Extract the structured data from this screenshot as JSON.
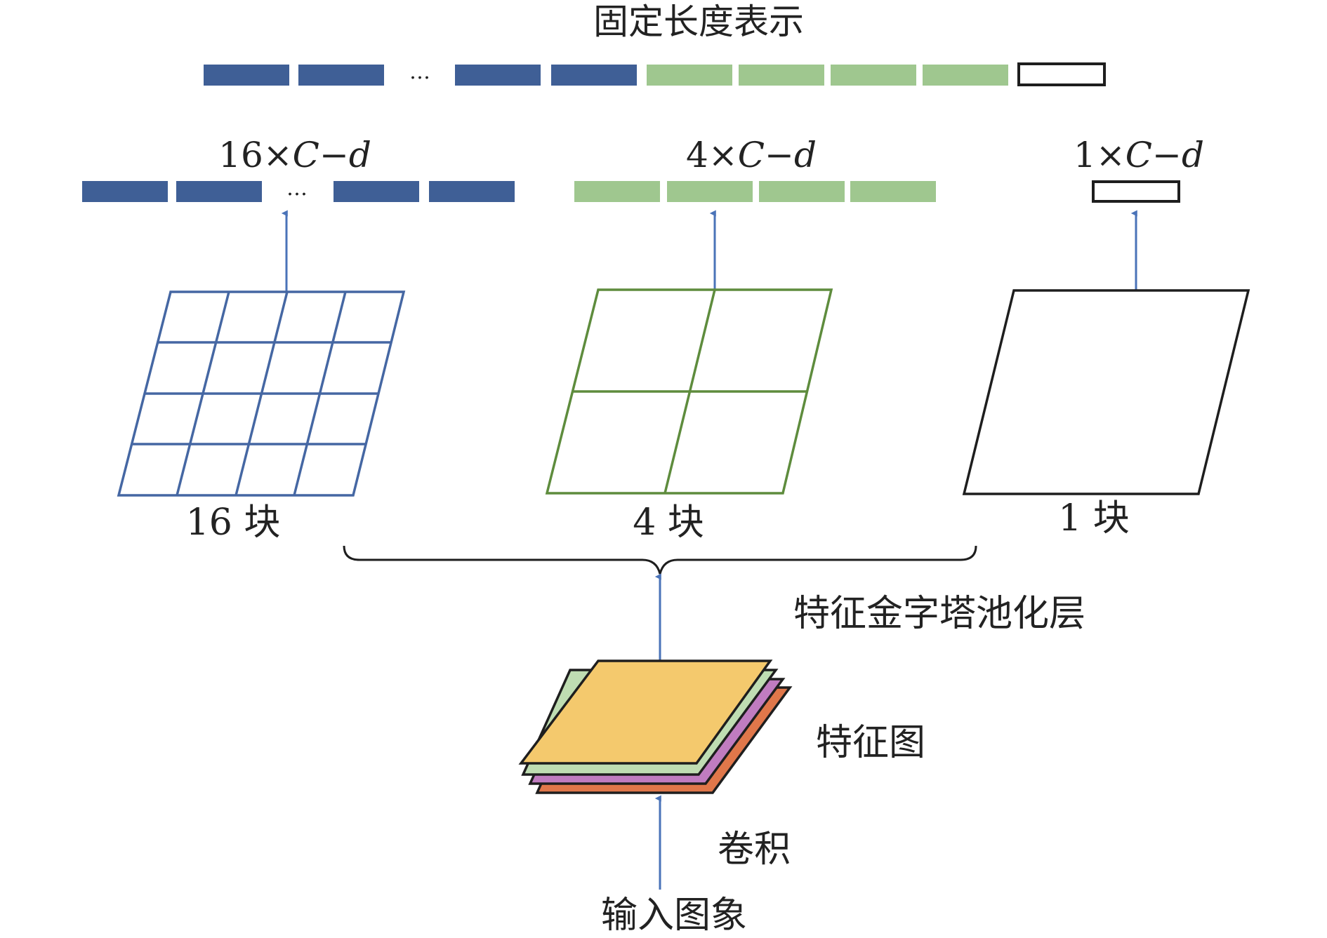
{
  "colors": {
    "blue": "#3f5f96",
    "green": "#9fc78f",
    "grid_blue": "#4567a3",
    "grid_green": "#5e8c3d",
    "black": "#1e1e1e",
    "arrow": "#4a73b8",
    "layer_yellow": "#f4c96d",
    "layer_light_green": "#bfddb2",
    "layer_purple": "#c07cc0",
    "layer_orange": "#e0774a"
  },
  "title": "固定长度表示",
  "ellipsis": "…",
  "outputs": {
    "sixteen": {
      "num": "16×",
      "C": "C",
      "dash": "−",
      "d": "d"
    },
    "four": {
      "num": "4×",
      "C": "C",
      "dash": "−",
      "d": "d"
    },
    "one": {
      "num": "1×",
      "C": "C",
      "dash": "−",
      "d": "d"
    }
  },
  "grids": {
    "sixteen": {
      "label": "16 块"
    },
    "four": {
      "label": "4 块"
    },
    "one": {
      "label": "1 块"
    }
  },
  "pooling_label": "特征金字塔池化层",
  "feature_map_label": "特征图",
  "conv_label": "卷积",
  "input_label": "输入图象",
  "icons": {
    "arrow": "arrow-up-icon"
  }
}
